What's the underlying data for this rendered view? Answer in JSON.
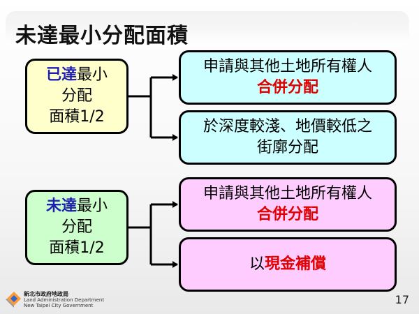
{
  "title": "未達最小分配面積",
  "left_top": {
    "highlight": "已達",
    "line1_rest": "最小",
    "line2": "分配",
    "line3": "面積1/2"
  },
  "left_bottom": {
    "highlight": "未達",
    "line1_rest": "最小",
    "line2": "分配",
    "line3": "面積1/2"
  },
  "box_top1": {
    "line1": "申請與其他土地所有權人",
    "line2": "合併分配"
  },
  "box_top2": {
    "line1": "於深度較淺、地價較低之",
    "line2": "街廓分配"
  },
  "box_bottom1": {
    "line1": "申請與其他土地所有權人",
    "line2": "合併分配"
  },
  "box_bottom2": {
    "prefix": "以",
    "highlight": "現金補償"
  },
  "footer": {
    "org_zh": "新北市政府地政局",
    "org_en1": "Land Administration Department",
    "org_en2": "New Taipei City Government",
    "page_number": "17"
  },
  "colors": {
    "yellow_box": "#ffffcc",
    "green_box": "#ccffcc",
    "cyan_box": "#ccffff",
    "pink_box": "#ffccff",
    "highlight_blue": "#1f1fb2",
    "highlight_red": "#e00000"
  },
  "icons": [
    "connector-arrow",
    "logo-icon"
  ]
}
